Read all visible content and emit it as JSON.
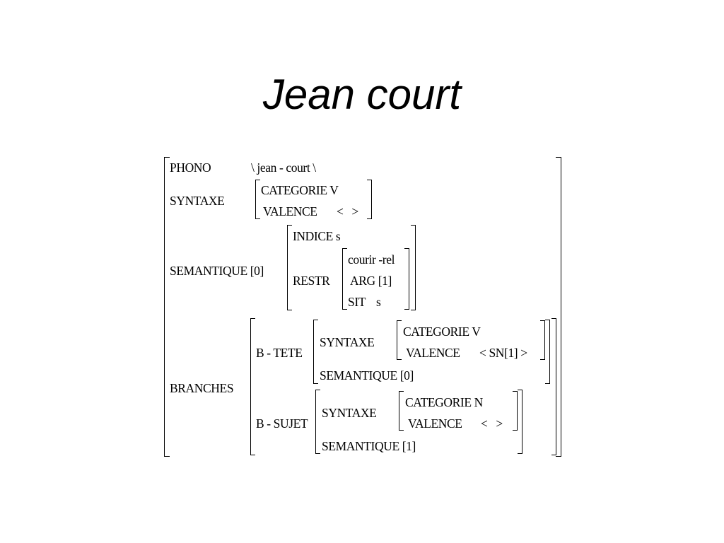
{
  "title": "Jean court",
  "avm": {
    "phono": {
      "feature": "PHONO",
      "value": "\\ jean - court \\"
    },
    "syntaxe": {
      "feature": "SYNTAXE",
      "categorie": "CATEGORIE V",
      "valence": "VALENCE",
      "valence_value": "<   >"
    },
    "semantique": {
      "feature": "SEMANTIQUE [0]",
      "indice": "INDICE s",
      "restr": "RESTR",
      "relation": "courir -rel",
      "arg": "ARG [1]",
      "sit": "SIT",
      "sit_value": "s"
    },
    "branches": {
      "feature": "BRANCHES",
      "b_tete": {
        "feature": "B - TETE",
        "syntaxe": "SYNTAXE",
        "categorie": "CATEGORIE V",
        "valence": "VALENCE",
        "valence_value": "< SN[1] >",
        "semantique": "SEMANTIQUE [0]"
      },
      "b_sujet": {
        "feature": "B - SUJET",
        "syntaxe": "SYNTAXE",
        "categorie": "CATEGORIE N",
        "valence": "VALENCE",
        "valence_value": "<   >",
        "semantique": "SEMANTIQUE [1]"
      }
    }
  }
}
